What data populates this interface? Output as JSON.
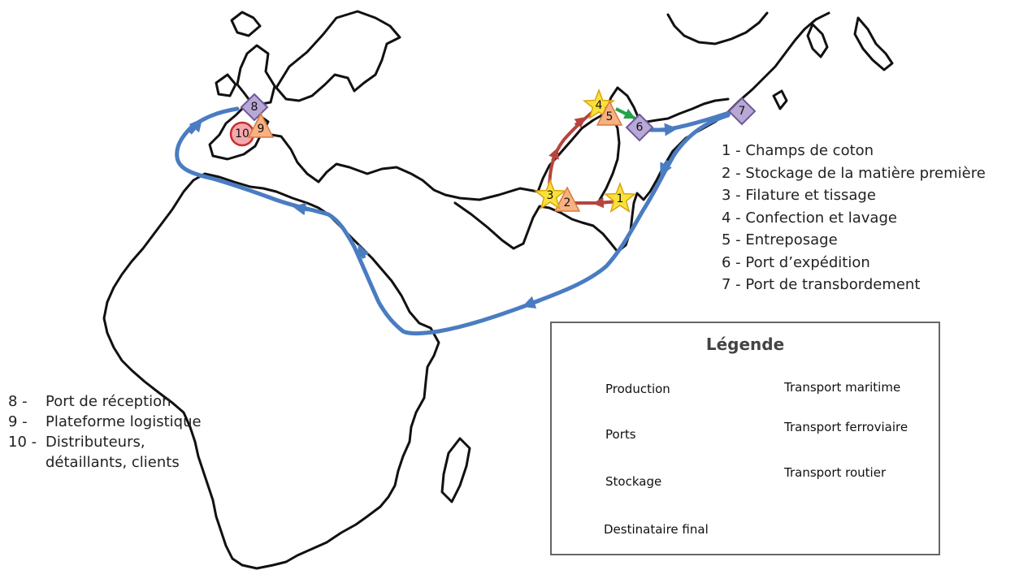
{
  "colors": {
    "sea": "#4a7cc2",
    "rail": "#22a34b",
    "road": "#b5453e",
    "star_fill": "#f9e13b",
    "star_stroke": "#d9a40c",
    "diamond_fill": "#b8a8d6",
    "diamond_stroke": "#6e5a99",
    "triangle_fill": "#f7b183",
    "triangle_stroke": "#d57b3e",
    "circle_fill": "#f4a9ad",
    "circle_stroke": "#c62e2e"
  },
  "markers": [
    {
      "label": "1",
      "type": "star"
    },
    {
      "label": "2",
      "type": "triangle"
    },
    {
      "label": "3",
      "type": "star"
    },
    {
      "label": "4",
      "type": "star"
    },
    {
      "label": "5",
      "type": "triangle"
    },
    {
      "label": "6",
      "type": "diamond"
    },
    {
      "label": "7",
      "type": "diamond"
    },
    {
      "label": "8",
      "type": "diamond"
    },
    {
      "label": "9",
      "type": "triangle"
    },
    {
      "label": "10",
      "type": "circle"
    }
  ],
  "steps_right": [
    "1 - Champs de coton",
    "2 - Stockage de la matière première",
    "3 - Filature et tissage",
    "4 - Confection et lavage",
    "5 - Entreposage",
    "6 - Port d’expédition",
    "7 - Port de transbordement"
  ],
  "steps_left": [
    {
      "num": "8 -",
      "label": "Port de réception"
    },
    {
      "num": "9 -",
      "label": "Plateforme logistique"
    },
    {
      "num": "10 -",
      "label": "Distributeurs,\ndétaillants, clients"
    }
  ],
  "legend": {
    "title": "Légende",
    "symbols": [
      {
        "label": "Production",
        "icon": "star-icon"
      },
      {
        "label": "Ports",
        "icon": "diamond-icon"
      },
      {
        "label": "Stockage",
        "icon": "triangle-icon"
      },
      {
        "label": "Destinataire final",
        "icon": "circle-icon"
      }
    ],
    "transports": [
      {
        "label": "Transport maritime",
        "color": "#4a7cc2"
      },
      {
        "label": "Transport ferroviaire",
        "color": "#22a34b"
      },
      {
        "label": "Transport routier",
        "color": "#b5453e"
      }
    ]
  }
}
